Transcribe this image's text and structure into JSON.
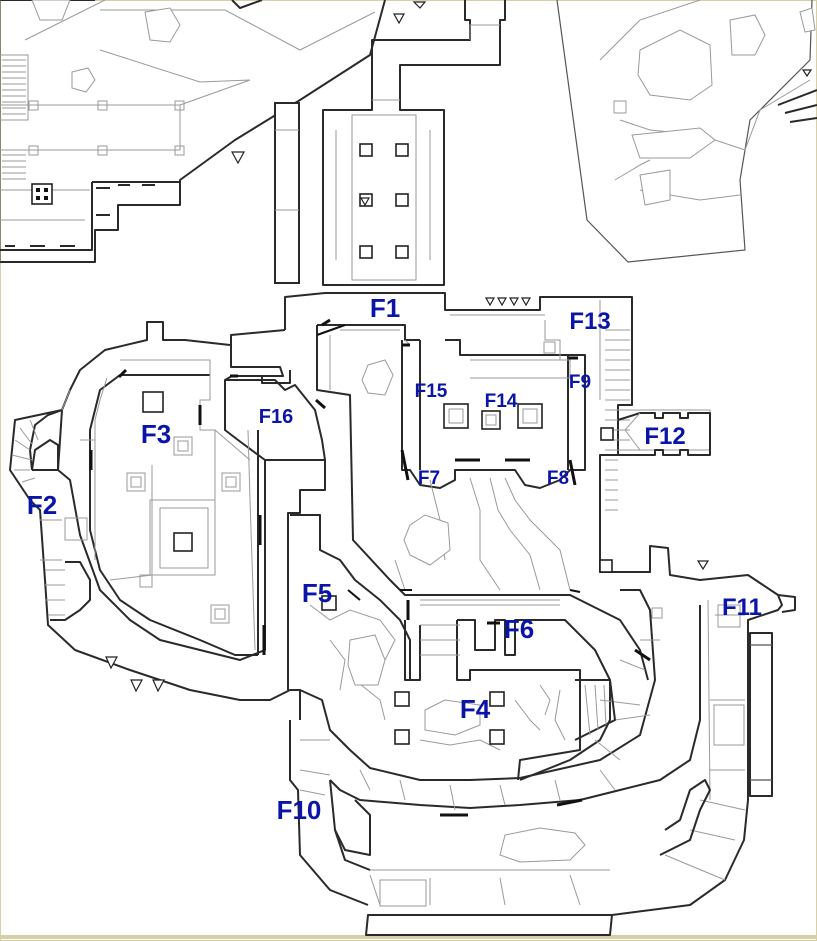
{
  "map": {
    "border_color": "#d8cfa6",
    "label_color": "#0a15a8",
    "labels": {
      "f1": "F1",
      "f2": "F2",
      "f3": "F3",
      "f4": "F4",
      "f5": "F5",
      "f6": "F6",
      "f7": "F7",
      "f8": "F8",
      "f9": "F9",
      "f10": "F10",
      "f11": "F11",
      "f12": "F12",
      "f13": "F13",
      "f14": "F14",
      "f15": "F15",
      "f16": "F16"
    },
    "marker_icon": "triangle-down-icon"
  }
}
